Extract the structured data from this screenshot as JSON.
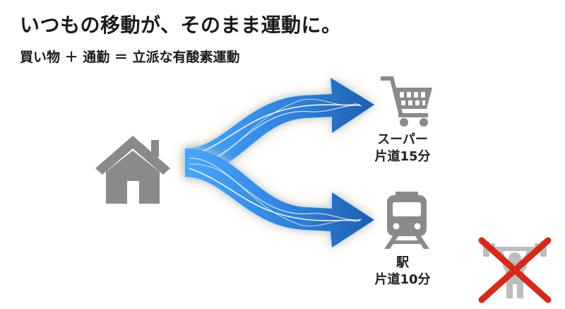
{
  "header": {
    "title": "いつもの移動が、そのまま運動に。",
    "subtitle": "買い物 ＋ 通勤 ＝ 立派な有酸素運動"
  },
  "destinations": [
    {
      "name": "スーパー",
      "time": "片道15分",
      "icon": "shopping-cart-icon"
    },
    {
      "name": "駅",
      "time": "片道10分",
      "icon": "train-icon"
    }
  ],
  "icons": {
    "origin": "house-icon",
    "rejected": "weightlifter-icon",
    "cross": "cross-mark-icon"
  },
  "colors": {
    "icon_gray": "#8a8a8a",
    "arrow_blue": "#2a78c8",
    "glow_blue": "#6cc4ff",
    "glow_orange": "#ffb070",
    "cross_red": "#d42a1e"
  }
}
